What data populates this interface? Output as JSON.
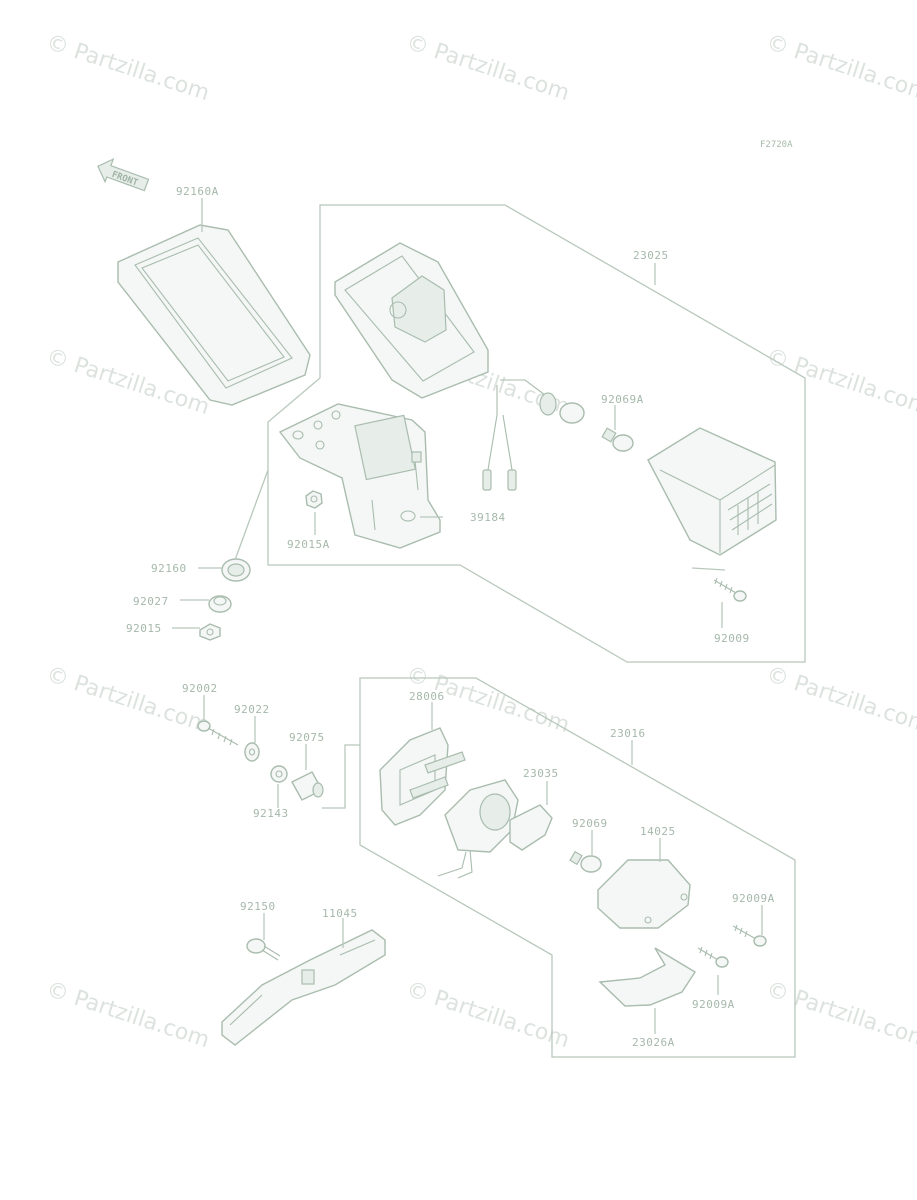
{
  "diagram_ref": "F2720A",
  "front_label": "FRONT",
  "watermark": "© Partzilla.com",
  "parts": {
    "p92160A": "92160A",
    "p23025": "23025",
    "p92069A": "92069A",
    "p39184": "39184",
    "p92015A": "92015A",
    "p92160": "92160",
    "p92027": "92027",
    "p92015": "92015",
    "p92009": "92009",
    "p92002": "92002",
    "p92022": "92022",
    "p92075": "92075",
    "p92143": "92143",
    "p28006": "28006",
    "p23016": "23016",
    "p23035": "23035",
    "p92069": "92069",
    "p14025": "14025",
    "p92009A_1": "92009A",
    "p92009A_2": "92009A",
    "p92150": "92150",
    "p11045": "11045",
    "p23026A": "23026A"
  }
}
